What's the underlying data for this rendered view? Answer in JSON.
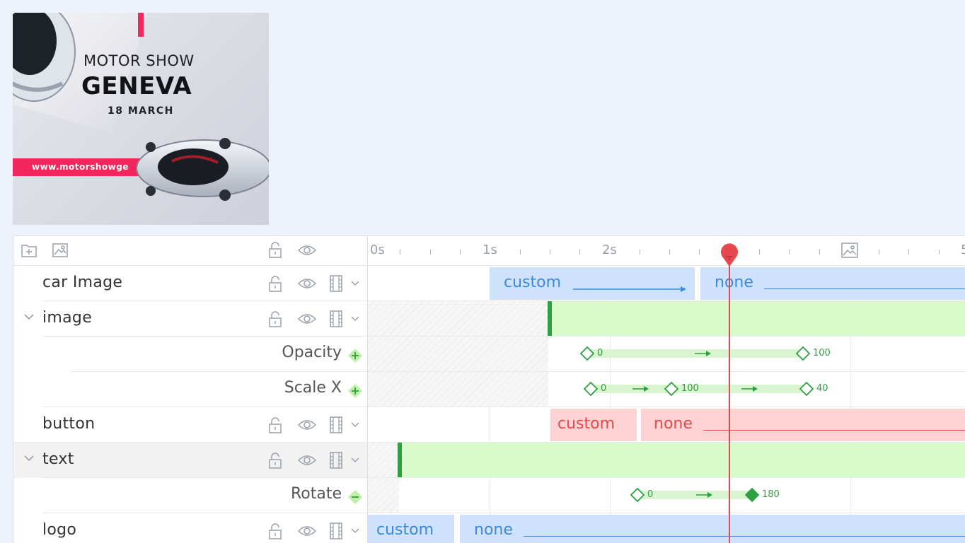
{
  "banner": {
    "line1": "MOTOR SHOW",
    "line2": "GENEVA",
    "line3": "18 MARCH",
    "url": "www.motorshowge"
  },
  "ruler": {
    "ticks": [
      "0s",
      "1s",
      "2s",
      "5"
    ]
  },
  "layers": [
    {
      "name": "car Image",
      "type": "layer"
    },
    {
      "name": "image",
      "type": "group"
    },
    {
      "name": "Opacity",
      "type": "prop",
      "badge": "+"
    },
    {
      "name": "Scale X",
      "type": "prop",
      "badge": "+"
    },
    {
      "name": "button",
      "type": "layer"
    },
    {
      "name": "text",
      "type": "group"
    },
    {
      "name": "Rotate",
      "type": "prop",
      "badge": "−"
    },
    {
      "name": "logo",
      "type": "layer"
    }
  ],
  "timeline": {
    "car_image": {
      "seg1": "custom",
      "seg2": "none"
    },
    "opacity_keys": [
      "0",
      "100"
    ],
    "scalex_keys": [
      "0",
      "100",
      "40"
    ],
    "button": {
      "seg1": "custom",
      "seg2": "none"
    },
    "rotate_keys": [
      "0",
      "180"
    ],
    "logo": {
      "seg1": "custom",
      "seg2": "none"
    }
  },
  "colors": {
    "accent_blue": "#3f89d8",
    "accent_red": "#e5484d",
    "keyframe_green": "#2ea043",
    "playhead": "#e5484d"
  }
}
